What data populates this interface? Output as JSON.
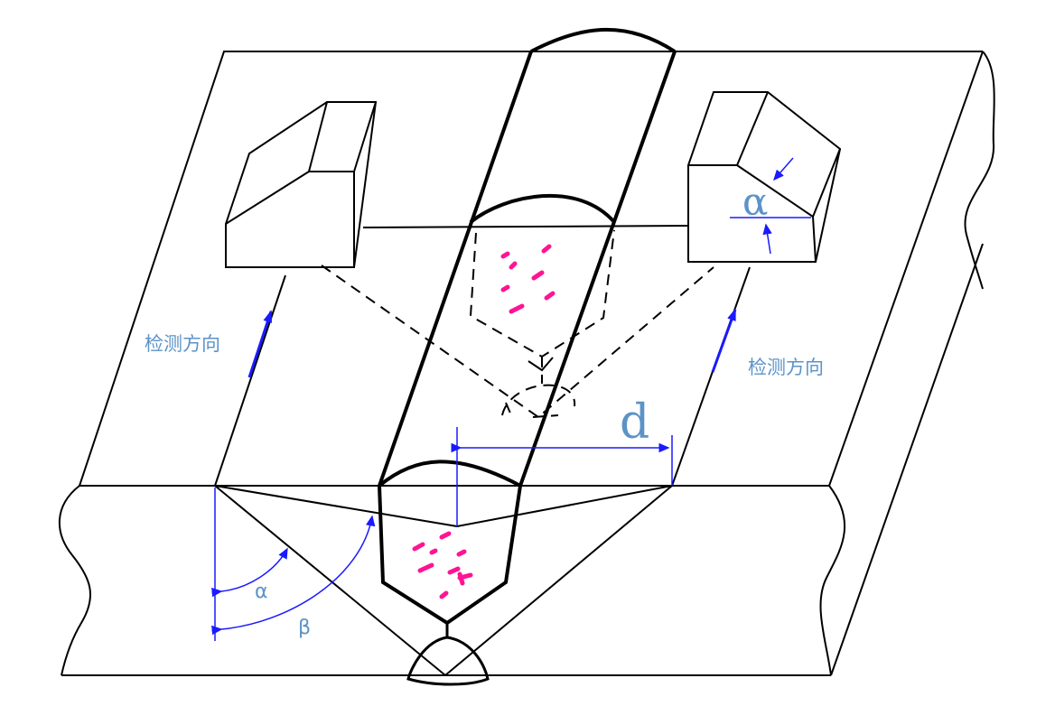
{
  "colors": {
    "outline": "#000000",
    "arrow": "#1a1aff",
    "label": "#5b93c7",
    "defect": "#ff1493"
  },
  "labels": {
    "direction_left": "检测方向",
    "direction_right": "检测方向",
    "distance": "d",
    "probe_angle": "α",
    "angle_alpha": "α",
    "angle_beta": "β"
  }
}
